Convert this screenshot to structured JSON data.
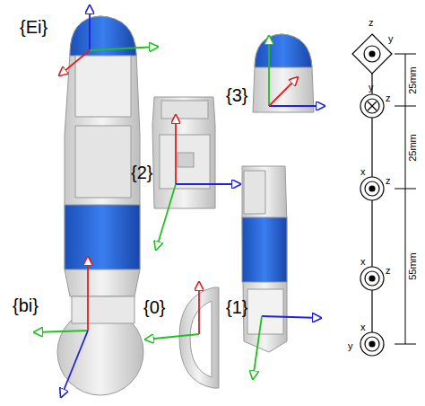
{
  "diagram": {
    "labels": [
      "{Ei}",
      "{3}",
      "{2}",
      "{bi}",
      "{0}",
      "{1}",
      "z",
      "y",
      "y",
      "z",
      "x",
      "z",
      "x",
      "z",
      "x",
      "y",
      "25mm",
      "25mm",
      "55mm"
    ]
  }
}
